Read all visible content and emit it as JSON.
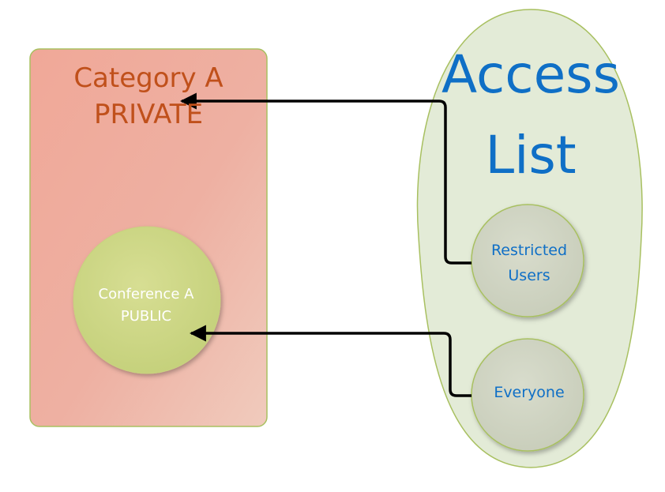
{
  "category": {
    "title_line1": "Category A",
    "title_line2": "PRIVATE"
  },
  "access_list": {
    "title_line1": "Access",
    "title_line2": "List"
  },
  "conference": {
    "label_line1": "Conference A",
    "label_line2": "PUBLIC"
  },
  "restricted_users": {
    "label_line1": "Restricted",
    "label_line2": "Users"
  },
  "everyone": {
    "label": "Everyone"
  },
  "colors": {
    "category_box": "#eea899",
    "category_title": "#c0501b",
    "access_list_shape": "#e3ebd7",
    "access_list_title": "#0f6fc6",
    "conference_circle": "#cfd887",
    "user_circles": "#d2d6c6",
    "arrows": "#000000"
  }
}
